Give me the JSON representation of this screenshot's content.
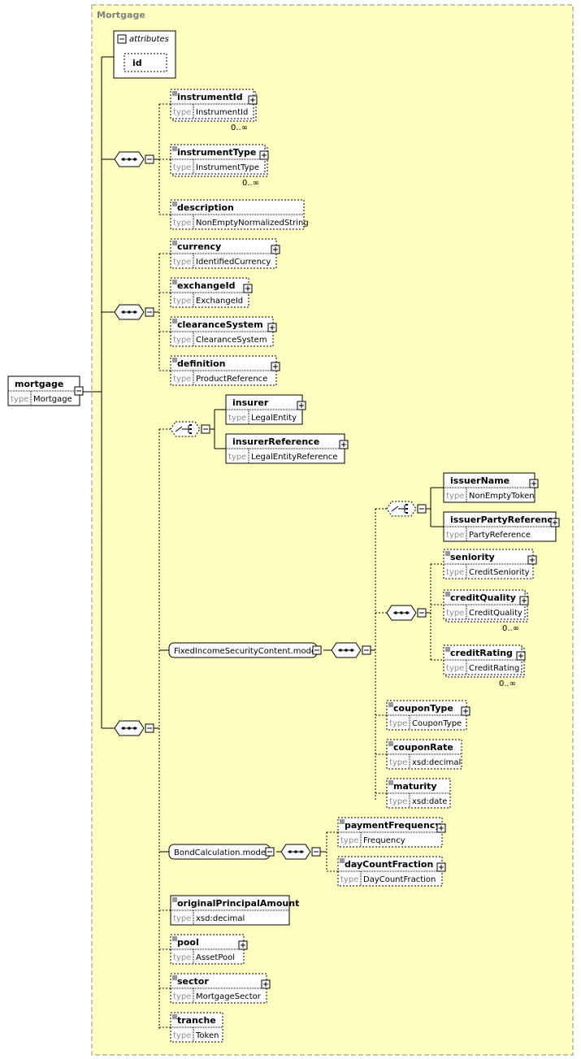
{
  "diagram": {
    "title": "Mortgage",
    "root": {
      "name": "mortgage",
      "type_key": "type",
      "type_value": "Mortgage"
    },
    "attributes": {
      "title": "attributes",
      "items": [
        "id"
      ]
    },
    "sequence_1": [
      {
        "name": "instrumentId",
        "type_key": "type",
        "type_value": "InstrumentId",
        "occurs": "0..∞"
      },
      {
        "name": "instrumentType",
        "type_key": "type",
        "type_value": "InstrumentType",
        "occurs": "0..∞"
      },
      {
        "name": "description",
        "type_key": "type",
        "type_value": "NonEmptyNormalizedString"
      }
    ],
    "sequence_2": [
      {
        "name": "currency",
        "type_key": "type",
        "type_value": "IdentifiedCurrency"
      },
      {
        "name": "exchangeId",
        "type_key": "type",
        "type_value": "ExchangeId"
      },
      {
        "name": "clearanceSystem",
        "type_key": "type",
        "type_value": "ClearanceSystem"
      },
      {
        "name": "definition",
        "type_key": "type",
        "type_value": "ProductReference"
      }
    ],
    "choice_insurer": [
      {
        "name": "insurer",
        "type_key": "type",
        "type_value": "LegalEntity"
      },
      {
        "name": "insurerReference",
        "type_key": "type",
        "type_value": "LegalEntityReference"
      }
    ],
    "fixed_income_group": "FixedIncomeSecurityContent.model",
    "choice_issuer": [
      {
        "name": "issuerName",
        "type_key": "type",
        "type_value": "NonEmptyToken"
      },
      {
        "name": "issuerPartyReference",
        "type_key": "type",
        "type_value": "PartyReference"
      }
    ],
    "sequence_credit": [
      {
        "name": "seniority",
        "type_key": "type",
        "type_value": "CreditSeniority"
      },
      {
        "name": "creditQuality",
        "type_key": "type",
        "type_value": "CreditQuality",
        "occurs": "0..∞"
      },
      {
        "name": "creditRating",
        "type_key": "type",
        "type_value": "CreditRating",
        "occurs": "0..∞"
      }
    ],
    "coupon_items": [
      {
        "name": "couponType",
        "type_key": "type",
        "type_value": "CouponType"
      },
      {
        "name": "couponRate",
        "type_key": "type",
        "type_value": "xsd:decimal"
      },
      {
        "name": "maturity",
        "type_key": "type",
        "type_value": "xsd:date"
      }
    ],
    "bond_group": "BondCalculation.model",
    "bond_items": [
      {
        "name": "paymentFrequency",
        "type_key": "type",
        "type_value": "Frequency"
      },
      {
        "name": "dayCountFraction",
        "type_key": "type",
        "type_value": "DayCountFraction"
      }
    ],
    "tail_items": [
      {
        "name": "originalPrincipalAmount",
        "type_key": "type",
        "type_value": "xsd:decimal"
      },
      {
        "name": "pool",
        "type_key": "type",
        "type_value": "AssetPool"
      },
      {
        "name": "sector",
        "type_key": "type",
        "type_value": "MortgageSector"
      },
      {
        "name": "tranche",
        "type_key": "type",
        "type_value": "Token"
      }
    ]
  }
}
